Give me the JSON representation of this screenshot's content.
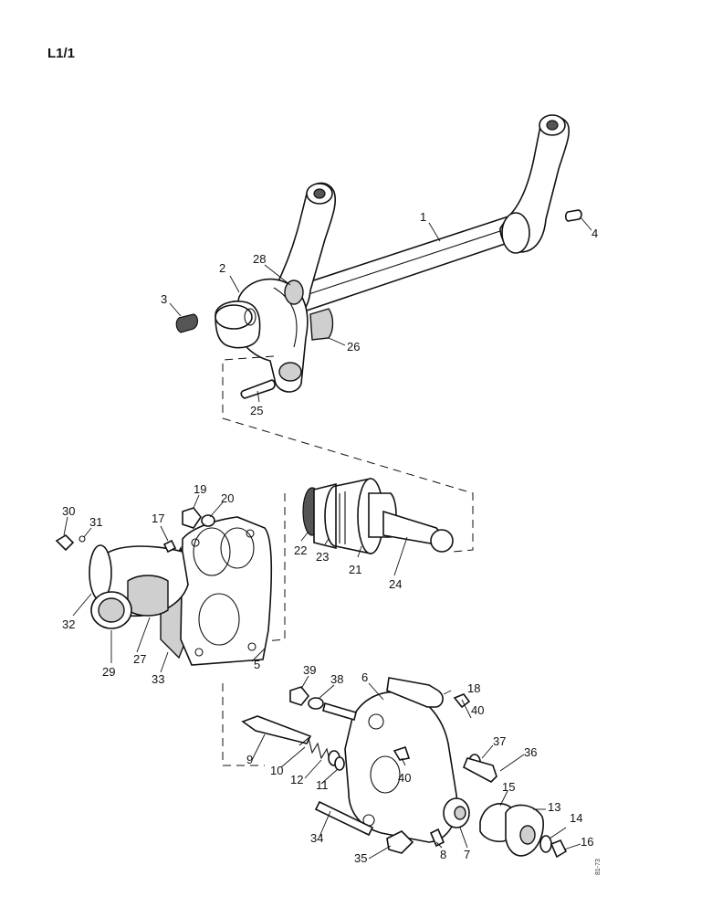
{
  "page": {
    "code": "L1/1",
    "plate_number": "81-73"
  },
  "callouts": [
    "1",
    "2",
    "3",
    "4",
    "28",
    "26",
    "25",
    "19",
    "20",
    "30",
    "31",
    "17",
    "22",
    "23",
    "21",
    "24",
    "32",
    "27",
    "29",
    "33",
    "5",
    "39",
    "38",
    "6",
    "18",
    "40",
    "37",
    "36",
    "9",
    "10",
    "12",
    "11",
    "40",
    "15",
    "13",
    "14",
    "16",
    "34",
    "35",
    "8",
    "7"
  ]
}
